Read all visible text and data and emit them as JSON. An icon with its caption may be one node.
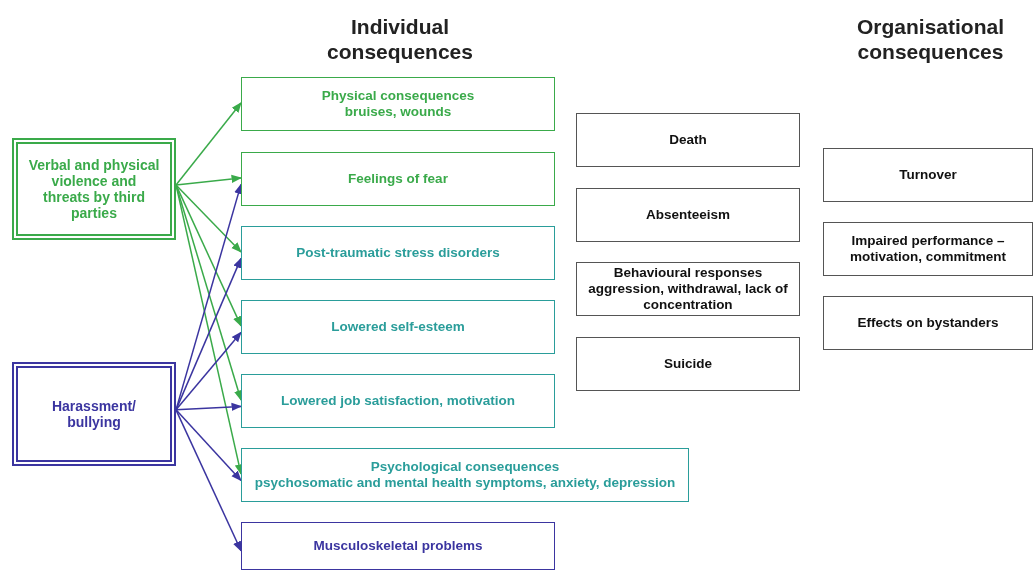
{
  "diagram": {
    "nodes": [
      {
        "text": [
          "Verbal and physical violence and threats by third parties"
        ]
      },
      {
        "text": [
          "Harassment/ bullying"
        ]
      },
      {
        "text": [
          "Physical consequences",
          "bruises, wounds"
        ]
      },
      {
        "text": [
          "Feelings of fear"
        ]
      },
      {
        "text": [
          "Post-traumatic stress disorders"
        ]
      },
      {
        "text": [
          "Lowered self-esteem"
        ]
      },
      {
        "text": [
          "Lowered job satisfaction, motivation"
        ]
      },
      {
        "text": [
          "Psychological consequences",
          "psychosomatic and mental health symptoms, anxiety, depression"
        ]
      },
      {
        "text": [
          "Musculoskeletal problems"
        ]
      },
      {
        "text": [
          "Death"
        ]
      },
      {
        "text": [
          "Absenteeism"
        ]
      },
      {
        "text": [
          "Behavioural responses",
          "aggression, withdrawal, lack of concentration"
        ]
      },
      {
        "text": [
          "Suicide"
        ]
      },
      {
        "text": [
          "Turnover"
        ]
      },
      {
        "text": [
          "Impaired performance – motivation, commitment"
        ]
      },
      {
        "text": [
          "Effects on bystanders"
        ]
      }
    ],
    "edges": [
      {
        "from": 0,
        "to": 2,
        "arrow": "to",
        "color": "#3aaa4a"
      },
      {
        "from": 0,
        "to": 3,
        "arrow": "to",
        "color": "#3aaa4a"
      },
      {
        "from": 0,
        "to": 4,
        "arrow": "to",
        "color": "#3aaa4a"
      },
      {
        "from": 0,
        "to": 5,
        "arrow": "to",
        "color": "#3aaa4a"
      },
      {
        "from": 0,
        "to": 6,
        "arrow": "to",
        "color": "#3aaa4a"
      },
      {
        "from": 0,
        "to": 7,
        "arrow": "to",
        "color": "#3aaa4a"
      },
      {
        "from": 1,
        "to": 3,
        "arrow": "to",
        "color": "#3b35a0"
      },
      {
        "from": 1,
        "to": 4,
        "arrow": "to",
        "color": "#3b35a0"
      },
      {
        "from": 1,
        "to": 5,
        "arrow": "to",
        "color": "#3b35a0"
      },
      {
        "from": 1,
        "to": 6,
        "arrow": "to",
        "color": "#3b35a0"
      },
      {
        "from": 1,
        "to": 7,
        "arrow": "to",
        "color": "#3b35a0"
      },
      {
        "from": 1,
        "to": 8,
        "arrow": "to",
        "color": "#3b35a0"
      }
    ],
    "labels": [
      "Individual consequences",
      "Organisational consequences"
    ]
  }
}
